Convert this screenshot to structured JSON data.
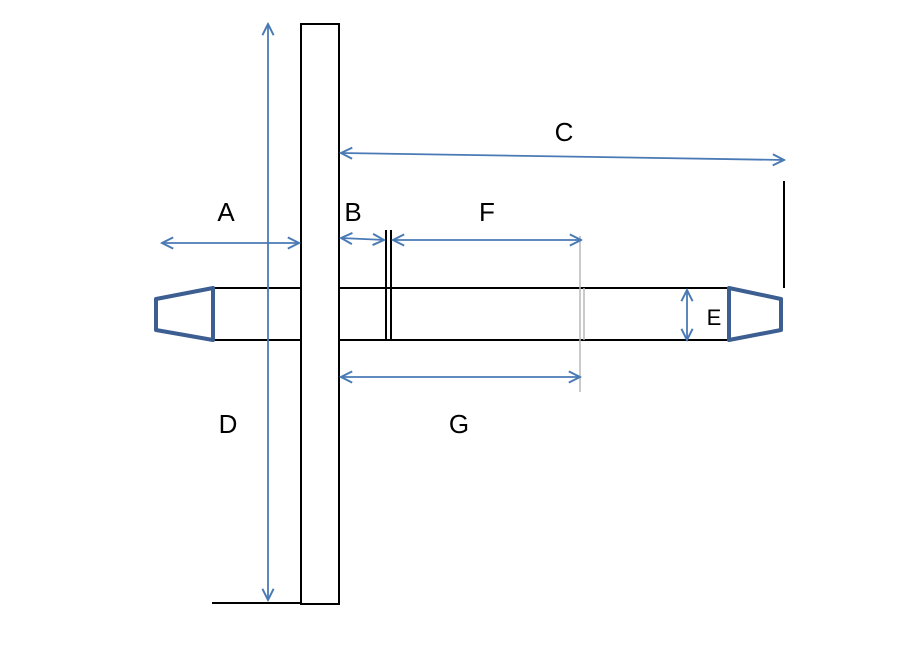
{
  "diagram": {
    "labels": {
      "a": "A",
      "b": "B",
      "c": "C",
      "d": "D",
      "e": "E",
      "f": "F",
      "g": "G"
    },
    "colors": {
      "outline": "#000000",
      "dimension": "#4a7ab5",
      "cap": "#3c5e91",
      "tick": "#b8b8b8"
    }
  }
}
